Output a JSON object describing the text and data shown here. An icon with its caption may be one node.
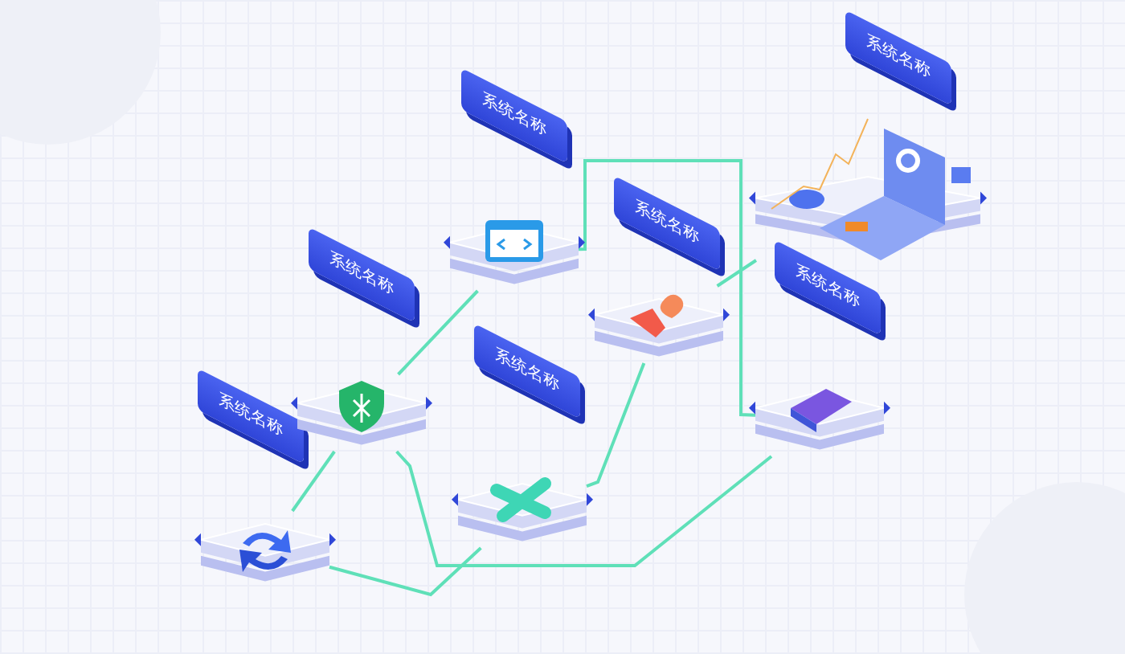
{
  "diagram": {
    "nodes": [
      {
        "text": [
          "系统名称"
        ]
      },
      {
        "text": [
          "系统名称"
        ]
      },
      {
        "text": [
          "系统名称"
        ]
      },
      {
        "text": [
          "系统名称"
        ]
      },
      {
        "text": [
          "系统名称"
        ]
      },
      {
        "text": [
          "系统名称"
        ]
      },
      {
        "text": [
          "系统名称"
        ]
      }
    ],
    "edges": [
      {
        "from": 0,
        "to": 1,
        "arrow": "none"
      },
      {
        "from": 0,
        "to": 3,
        "arrow": "none"
      },
      {
        "from": 1,
        "to": 2,
        "arrow": "none"
      },
      {
        "from": 1,
        "to": 5,
        "arrow": "none"
      },
      {
        "from": 3,
        "to": 4,
        "arrow": "none"
      },
      {
        "from": 2,
        "to": 5,
        "arrow": "none"
      },
      {
        "from": 4,
        "to": 6,
        "arrow": "none"
      }
    ]
  }
}
